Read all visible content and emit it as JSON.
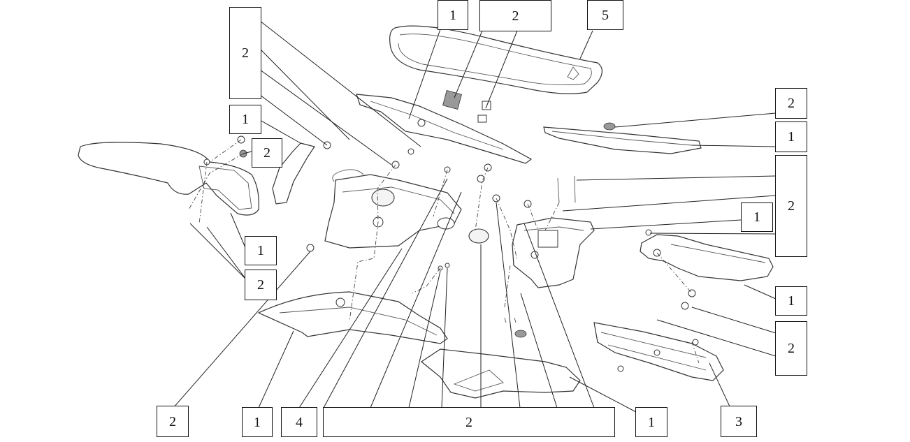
{
  "callouts": [
    {
      "id": "c1",
      "text": "1"
    },
    {
      "id": "c2",
      "text": "2"
    },
    {
      "id": "c3",
      "text": "5"
    },
    {
      "id": "c4",
      "text": "2"
    },
    {
      "id": "c5",
      "text": "1"
    },
    {
      "id": "c6",
      "text": "2"
    },
    {
      "id": "c7",
      "text": "2"
    },
    {
      "id": "c8",
      "text": "1"
    },
    {
      "id": "c9",
      "text": "2"
    },
    {
      "id": "c10",
      "text": "1"
    },
    {
      "id": "c11",
      "text": "2"
    },
    {
      "id": "c12",
      "text": "1"
    },
    {
      "id": "c13",
      "text": "1"
    },
    {
      "id": "c14",
      "text": "2"
    },
    {
      "id": "c15",
      "text": "1"
    },
    {
      "id": "c16",
      "text": "2"
    },
    {
      "id": "c17",
      "text": "2"
    },
    {
      "id": "c18",
      "text": "1"
    },
    {
      "id": "c19",
      "text": "4"
    },
    {
      "id": "c20",
      "text": "2"
    },
    {
      "id": "c21",
      "text": "1"
    },
    {
      "id": "c22",
      "text": "3"
    }
  ]
}
